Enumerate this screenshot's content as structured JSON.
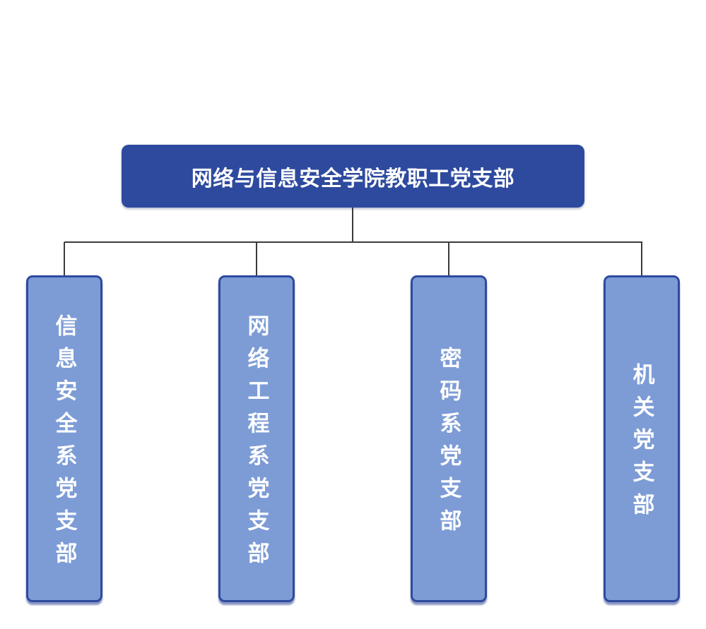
{
  "chart": {
    "type": "org-tree",
    "root": {
      "label": "网络与信息安全学院教职工党支部"
    },
    "branches": [
      {
        "label": "信息安全系党支部"
      },
      {
        "label": "网络工程系党支部"
      },
      {
        "label": "密码系党支部"
      },
      {
        "label": "机关党支部"
      }
    ]
  },
  "colors": {
    "root_fill": "#2e4a9f",
    "branch_fill": "#7d9cd6",
    "branch_border": "#2e4a9f",
    "connector_color": "#3b3b3b",
    "text_color": "#ffffff",
    "background": "#ffffff"
  }
}
